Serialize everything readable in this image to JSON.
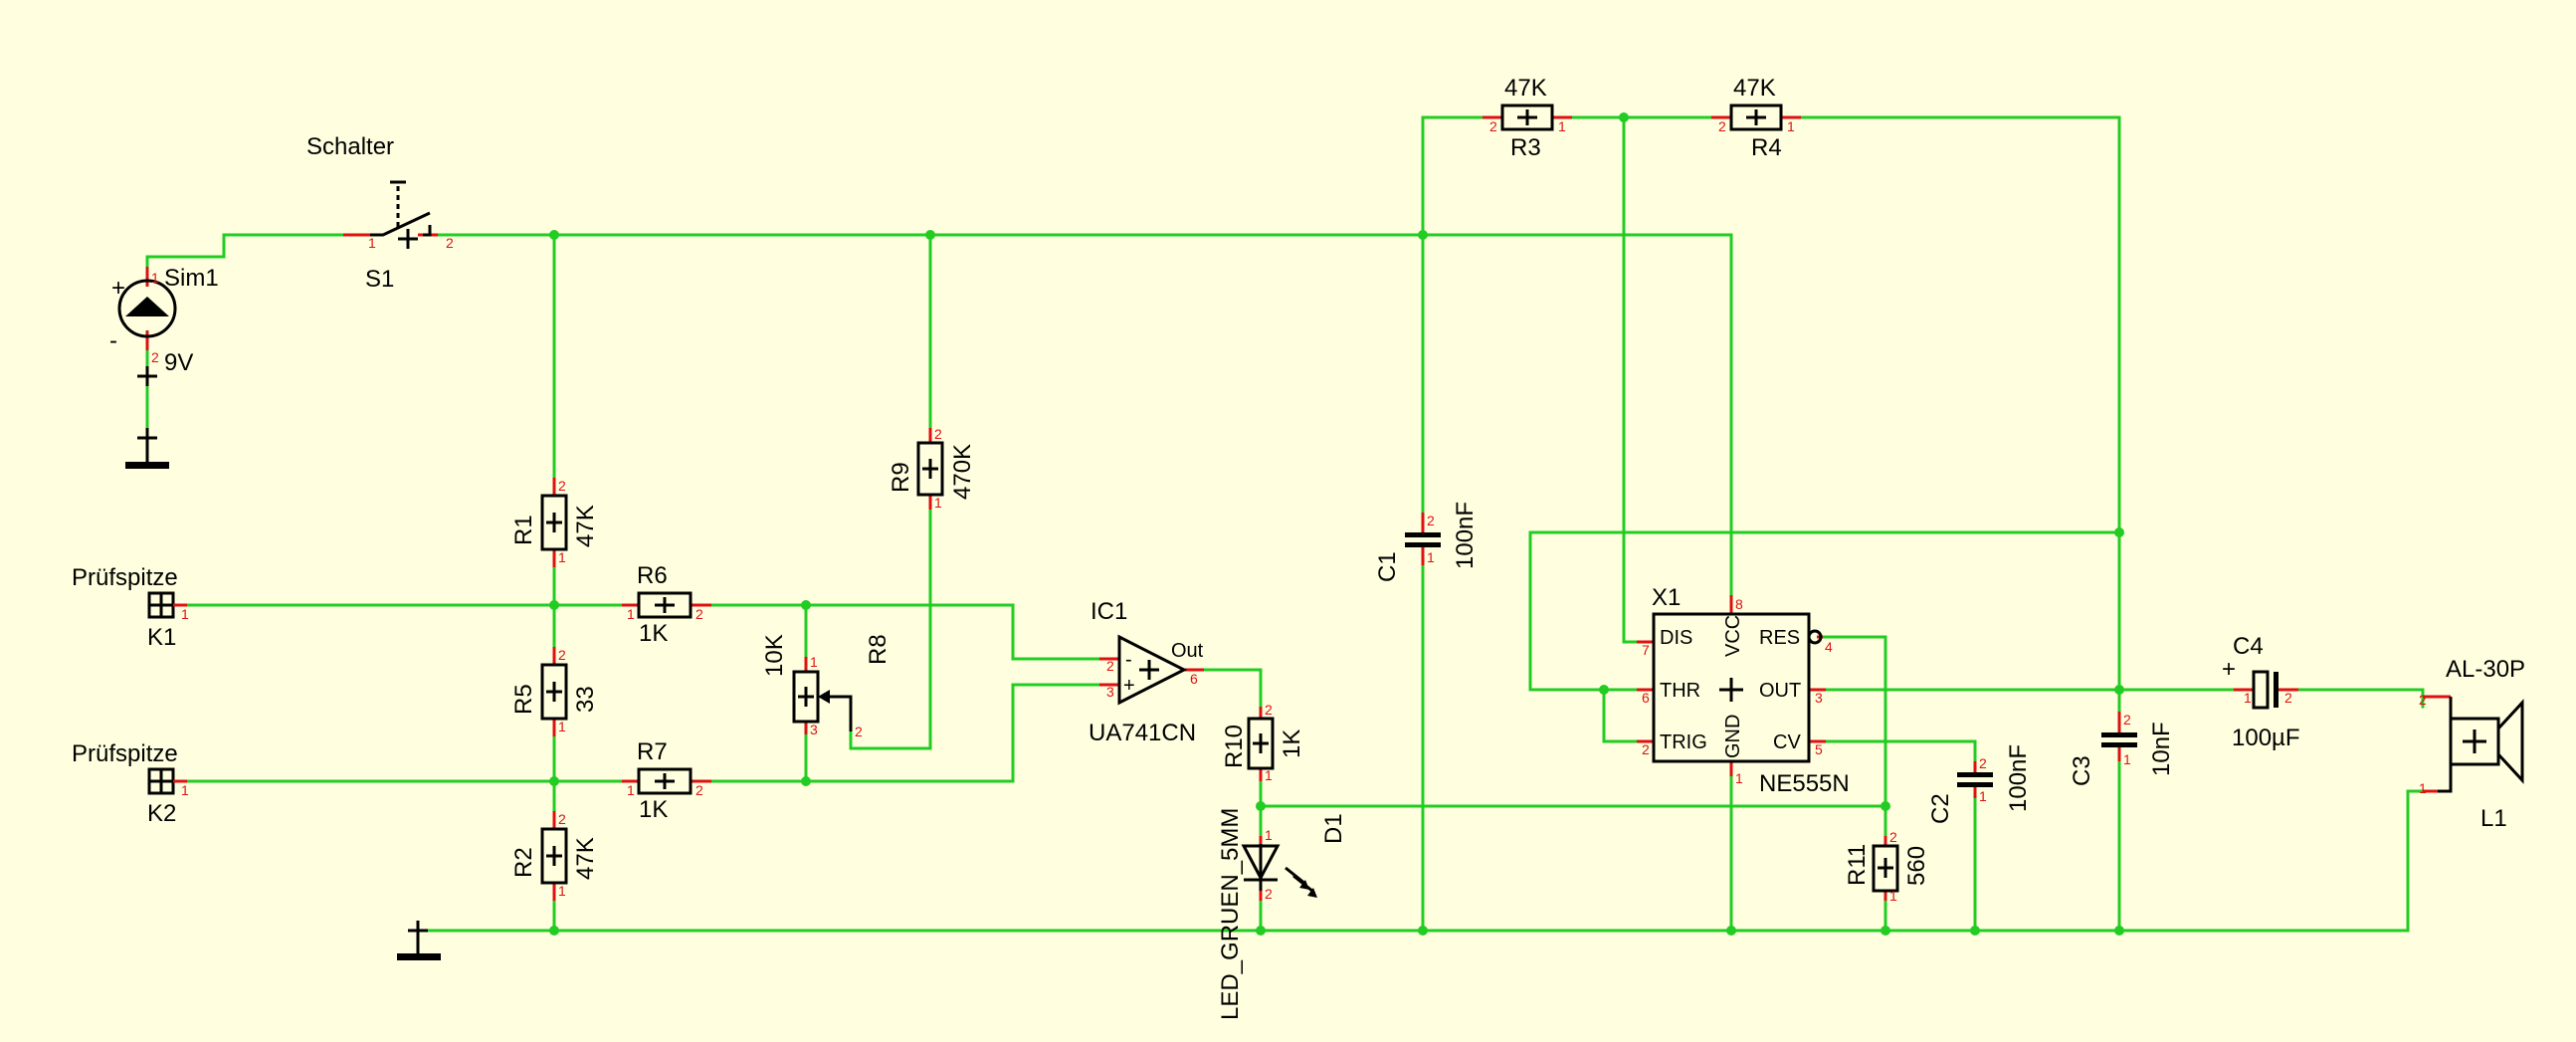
{
  "components": {
    "sim1": {
      "name": "Sim1",
      "value": "9V",
      "plus": "+",
      "minus": "-"
    },
    "s1": {
      "title": "Schalter",
      "name": "S1"
    },
    "r1": {
      "name": "R1",
      "value": "47K"
    },
    "r2": {
      "name": "R2",
      "value": "47K"
    },
    "r3": {
      "name": "R3",
      "value": "47K"
    },
    "r4": {
      "name": "R4",
      "value": "47K"
    },
    "r5": {
      "name": "R5",
      "value": "33"
    },
    "r6": {
      "name": "R6",
      "value": "1K"
    },
    "r7": {
      "name": "R7",
      "value": "1K"
    },
    "r8": {
      "name": "R8",
      "value": "10K"
    },
    "r9": {
      "name": "R9",
      "value": "470K"
    },
    "r10": {
      "name": "R10",
      "value": "1K"
    },
    "r11": {
      "name": "R11",
      "value": "560"
    },
    "c1": {
      "name": "C1",
      "value": "100nF"
    },
    "c2": {
      "name": "C2",
      "value": "100nF"
    },
    "c3": {
      "name": "C3",
      "value": "10nF"
    },
    "c4": {
      "name": "C4",
      "value": "100µF",
      "plus": "+"
    },
    "k1": {
      "label": "Prüfspitze",
      "name": "K1"
    },
    "k2": {
      "label": "Prüfspitze",
      "name": "K2"
    },
    "ic1": {
      "name": "IC1",
      "value": "UA741CN",
      "out": "Out",
      "minus": "-",
      "plus": "+"
    },
    "d1": {
      "name": "D1",
      "value": "LED_GRUEN_5MM"
    },
    "x1": {
      "name": "X1",
      "value": "NE555N",
      "dis": "DIS",
      "thr": "THR",
      "trig": "TRIG",
      "vcc": "VCC",
      "gnd": "GND",
      "res": "RES",
      "out": "OUT",
      "cv": "CV"
    },
    "l1": {
      "name": "L1",
      "value": "AL-30P"
    }
  },
  "pins": {
    "p1": "1",
    "p2": "2",
    "p3": "3",
    "p4": "4",
    "p5": "5",
    "p6": "6",
    "p7": "7",
    "p8": "8"
  }
}
